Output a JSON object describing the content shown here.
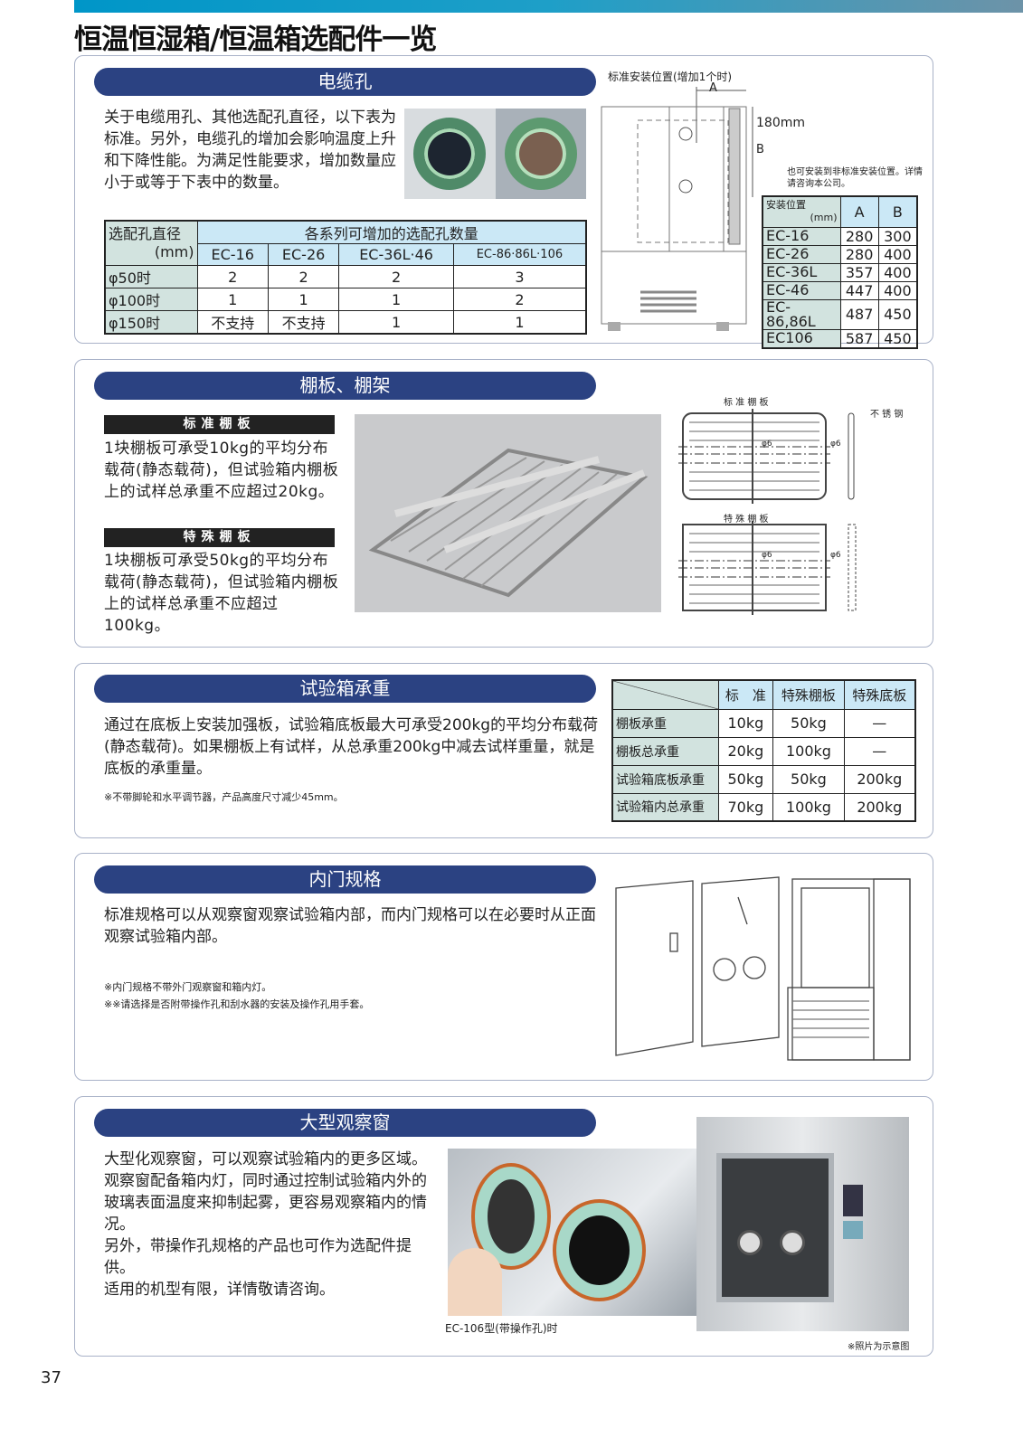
{
  "page_title": "恒温恒湿箱/恒温箱选配件一览",
  "page_number": "37",
  "cable": {
    "heading": "电缆孔",
    "text": "关于电缆用孔、其他选配孔直径，以下表为标准。另外，电缆孔的增加会影响温度上升和下降性能。为满足性能要求，增加数量应小于或等于下表中的数量。",
    "table": {
      "corner": "选配孔直径",
      "corner_unit": "(mm)",
      "group_header": "各系列可增加的选配孔数量",
      "columns": [
        "EC-16",
        "EC-26",
        "EC-36L·46",
        "EC-86·86L·106"
      ],
      "rows": [
        {
          "label": "φ50时",
          "values": [
            "2",
            "2",
            "2",
            "3"
          ]
        },
        {
          "label": "φ100时",
          "values": [
            "1",
            "1",
            "1",
            "2"
          ]
        },
        {
          "label": "φ150时",
          "values": [
            "不支持",
            "不支持",
            "1",
            "1"
          ]
        }
      ]
    },
    "diagram": {
      "label": "标准安装位置(增加1个时)",
      "dim_a": "A",
      "dim_b": "B",
      "dim_180": "180mm",
      "note": "也可安装到非标准安装位置。详情请咨询本公司。"
    },
    "pos_table": {
      "corner": "安装位置",
      "corner_unit": "(mm)",
      "columns": [
        "A",
        "B"
      ],
      "rows": [
        {
          "label": "EC-16",
          "values": [
            "280",
            "300"
          ]
        },
        {
          "label": "EC-26",
          "values": [
            "280",
            "400"
          ]
        },
        {
          "label": "EC-36L",
          "values": [
            "357",
            "400"
          ]
        },
        {
          "label": "EC-46",
          "values": [
            "447",
            "400"
          ]
        },
        {
          "label": "EC-86,86L",
          "values": [
            "487",
            "450"
          ]
        },
        {
          "label": "EC106",
          "values": [
            "587",
            "450"
          ]
        }
      ]
    }
  },
  "shelf": {
    "heading": "棚板、棚架",
    "std_label": "标准棚板",
    "std_text": "1块棚板可承受10kg的平均分布载荷(静态载荷)，但试验箱内棚板上的试样总承重不应超过20kg。",
    "spe_label": "特殊棚板",
    "spe_text": "1块棚板可承受50kg的平均分布载荷(静态载荷)，但试验箱内棚板上的试样总承重不应超过100kg。",
    "diag_std": "标 准 棚 板",
    "diag_spe": "特 殊 棚 板",
    "steel": "不 锈 钢",
    "phi": "φ6"
  },
  "load": {
    "heading": "试验箱承重",
    "text": "通过在底板上安装加强板，试验箱底板最大可承受200kg的平均分布载荷(静态载荷)。如果棚板上有试样，从总承重200kg中减去试样重量，就是底板的承重量。",
    "note": "※不带脚轮和水平调节器，产品高度尺寸减少45mm。",
    "table": {
      "columns": [
        "标　准",
        "特殊棚板",
        "特殊底板"
      ],
      "rows": [
        {
          "label": "棚板承重",
          "values": [
            "10kg",
            "50kg",
            "—"
          ]
        },
        {
          "label": "棚板总承重",
          "values": [
            "20kg",
            "100kg",
            "—"
          ]
        },
        {
          "label": "试验箱底板承重",
          "values": [
            "50kg",
            "50kg",
            "200kg"
          ]
        },
        {
          "label": "试验箱内总承重",
          "values": [
            "70kg",
            "100kg",
            "200kg"
          ]
        }
      ]
    }
  },
  "inner": {
    "heading": "内门规格",
    "text": "标准规格可以从观察窗观察试验箱内部，而内门规格可以在必要时从正面观察试验箱内部。",
    "notes": [
      "※内门规格不带外门观察窗和箱内灯。",
      "※※请选择是否附带操作孔和刮水器的安装及操作孔用手套。"
    ]
  },
  "window": {
    "heading": "大型观察窗",
    "text": [
      "大型化观察窗，可以观察试验箱内的更多区域。",
      "观察窗配备箱内灯，同时通过控制试验箱内外的玻璃表面温度来抑制起雾，更容易观察箱内的情况。",
      "另外，带操作孔规格的产品也可作为选配件提供。",
      "适用的机型有限，详情敬请咨询。"
    ],
    "caption": "EC-106型(带操作孔)时",
    "photo_note": "※照片为示意图"
  }
}
